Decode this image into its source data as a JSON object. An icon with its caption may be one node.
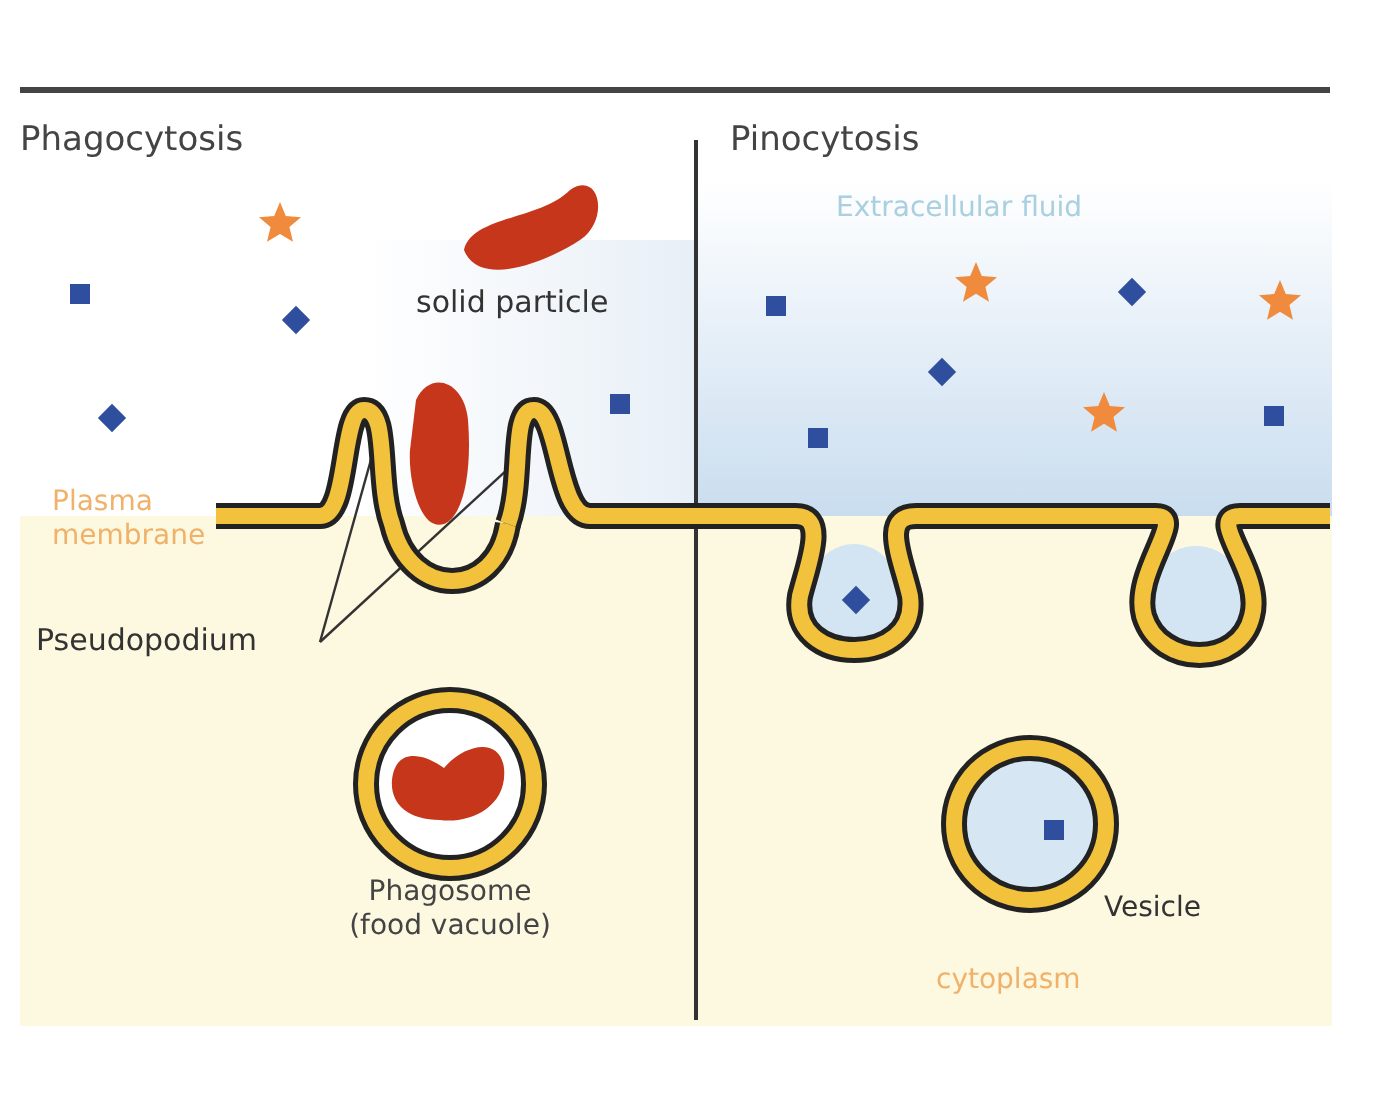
{
  "diagram": {
    "nodes": [
      {
        "text": [
          "Pseudopodium"
        ]
      },
      {
        "text": [],
        "shape": "picture"
      },
      {
        "text": [],
        "shape": "picture"
      }
    ],
    "edges": [
      {
        "from": 0,
        "to": 1,
        "arrow": "none"
      },
      {
        "from": 0,
        "to": 2,
        "arrow": "none"
      }
    ],
    "labels": [
      "Phagocytosis",
      "Pinocytosis",
      "Extracellular fluid",
      "solid particle",
      "Plasma membrane",
      "Phagosome (food vacuole)",
      "Vesicle",
      "cytoplasm"
    ]
  }
}
